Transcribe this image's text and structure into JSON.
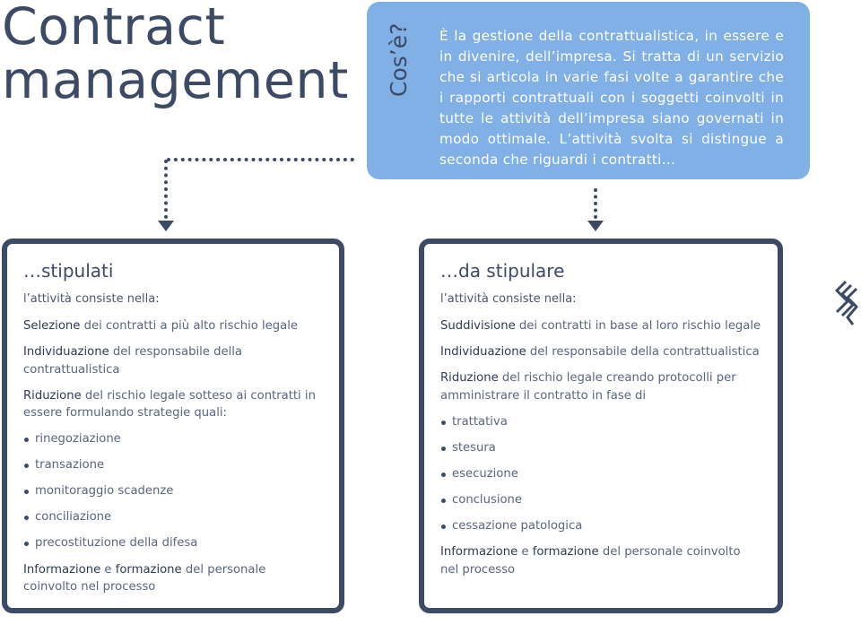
{
  "title": {
    "line1": "Contract",
    "line2": "management"
  },
  "info_box": {
    "side_label": "Cos’è?",
    "text": "È la gestione della contrattualistica, in essere e in divenire, dell’impresa. Si tratta di un servizio che si articola in varie fasi volte a garantire che i rapporti contrattuali con i soggetti coinvolti in tutte le attività dell’impresa siano governati in modo ottimale. L’attività svolta si distingue a seconda che riguardi i contratti…"
  },
  "left_card": {
    "heading": "…stipulati",
    "intro": "l’attività consiste nella:",
    "items": [
      {
        "strong": "Selezione",
        "text": " dei contratti a più alto rischio legale"
      },
      {
        "strong": "Individuazione",
        "text": " del responsabile della contrattualistica"
      },
      {
        "strong": "Riduzione",
        "text": " del rischio legale sotteso ai contratti in essere formulando strategie quali:"
      }
    ],
    "bullets": [
      "rinegoziazione",
      "transazione",
      "monitoraggio scadenze",
      "conciliazione",
      "precostituzione della difesa"
    ],
    "footer": {
      "strong1": "Informazione",
      "mid": " e ",
      "strong2": "formazione",
      "text": " del personale coinvolto nel processo"
    }
  },
  "right_card": {
    "heading": "…da stipulare",
    "intro": "l’attività consiste nella:",
    "items": [
      {
        "strong": "Suddivisione",
        "text": " dei contratti in base al loro rischio legale"
      },
      {
        "strong": "Individuazione",
        "text": " del responsabile della contrattualistica"
      },
      {
        "strong": "Riduzione",
        "text": " del rischio legale creando protocolli per amministrare il contratto in fase di"
      }
    ],
    "bullets": [
      "trattativa",
      "stesura",
      "esecuzione",
      "conclusione",
      "cessazione patologica"
    ],
    "footer": {
      "strong1": "Informazione",
      "mid": " e ",
      "strong2": "formazione",
      "text": " del personale coinvolto nel processo"
    }
  },
  "colors": {
    "navy": "#3d4a66",
    "blue_box": "#80b0e6"
  },
  "icons": {
    "logo": "stacked-chevrons-logo-icon"
  }
}
